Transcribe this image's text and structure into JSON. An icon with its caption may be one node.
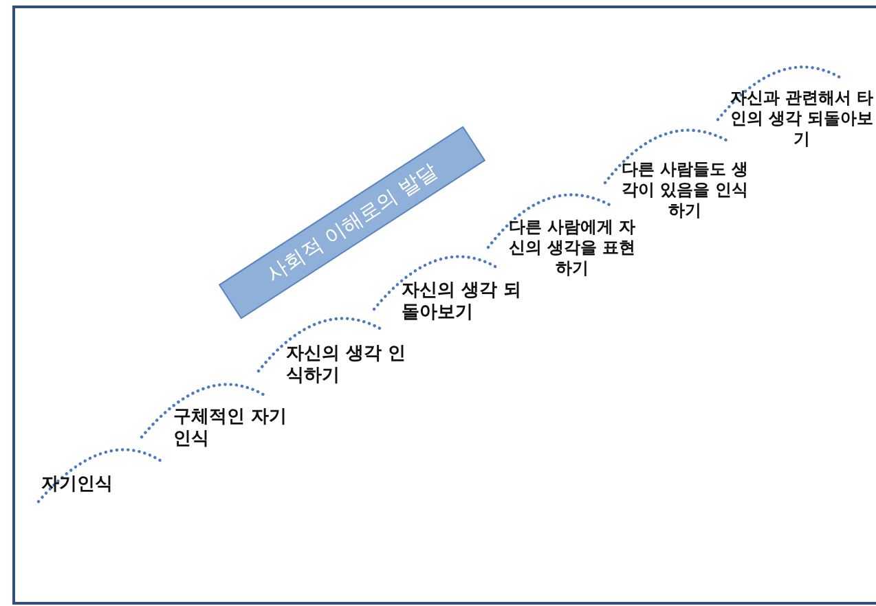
{
  "diagram": {
    "title": "사회적 이해로의 발달",
    "labels": [
      "자기인식",
      "구체적인 자기 인식",
      "자신의 생각 인식하기",
      "자신의 생각 되돌아보기",
      "다른 사람에게 자신의 생각을 표현하기",
      "다른 사람들도 생각이 있음을 인식하기",
      "자신과 관련해서 타인의 생각 되돌아보기"
    ]
  }
}
